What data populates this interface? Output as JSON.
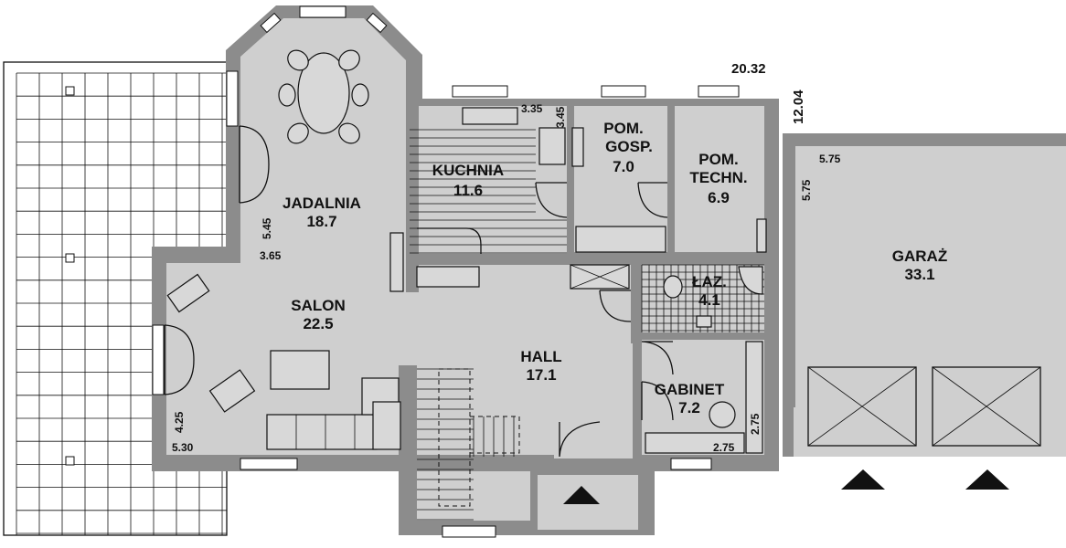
{
  "rooms": {
    "jadalnia": {
      "name": "JADALNIA",
      "area": "18.7"
    },
    "kuchnia": {
      "name": "KUCHNIA",
      "area": "11.6"
    },
    "pom_gosp": {
      "name_1": "POM.",
      "name_2": "GOSP.",
      "area": "7.0"
    },
    "pom_techn": {
      "name_1": "POM.",
      "name_2": "TECHN.",
      "area": "6.9"
    },
    "garaz": {
      "name": "GARAŻ",
      "area": "33.1"
    },
    "lazienka": {
      "name": "ŁAZ.",
      "area": "4.1"
    },
    "salon": {
      "name": "SALON",
      "area": "22.5"
    },
    "hall": {
      "name": "HALL",
      "area": "17.1"
    },
    "gabinet": {
      "name": "GABINET",
      "area": "7.2"
    }
  },
  "dimensions": {
    "overall_width": "20.32",
    "overall_depth": "12.04",
    "kitchen_w": "3.35",
    "kitchen_d": "3.45",
    "dining_w": "5.45",
    "dining_d": "3.65",
    "garage_w": "5.75",
    "garage_d": "5.75",
    "salon_w": "5.30",
    "salon_d": "4.25",
    "office_w": "2.75",
    "office_d": "2.75"
  },
  "colors": {
    "floor": "#cfcfcf",
    "wall": "#8c8c8c",
    "terrace": "#ffffff",
    "lines": "#111111"
  }
}
